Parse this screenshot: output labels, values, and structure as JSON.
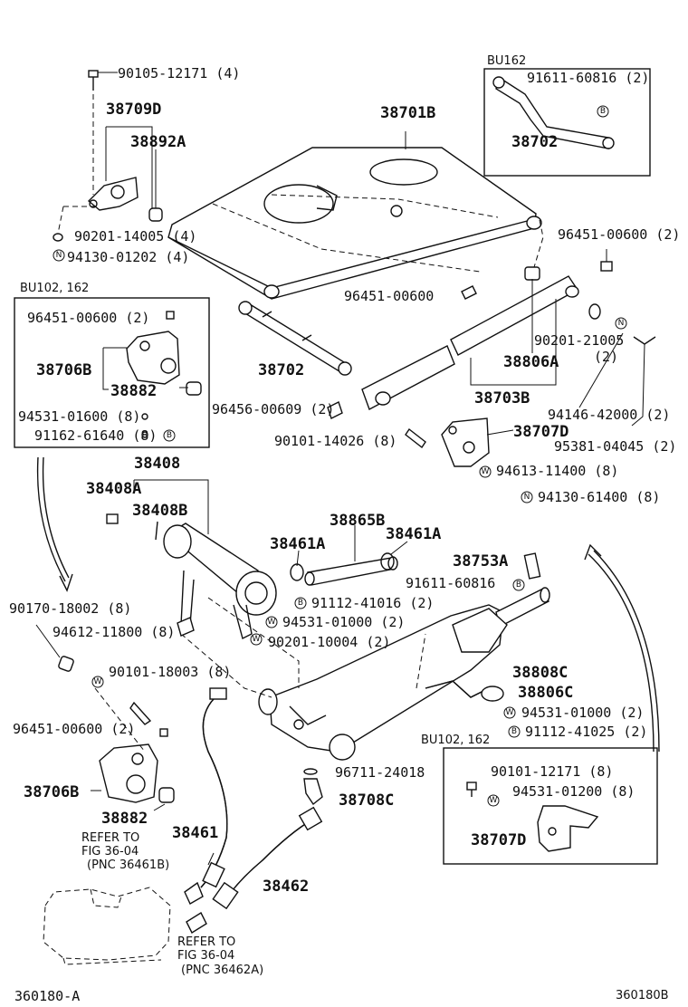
{
  "diagram": {
    "figure_code_left": "360180-A",
    "figure_code_right": "360180B"
  },
  "groups": {
    "bu162": "BU162",
    "bu102_162_left": "BU102, 162",
    "bu102_162_right": "BU102, 162"
  },
  "parts": {
    "p1": "90105-12171 (4)",
    "p2": "38709D",
    "p3": "38892A",
    "p4": "38701B",
    "p5": "90201-14005 (4)",
    "p6": "94130-01202 (4)",
    "p7": "91611-60816 (2)",
    "p8": "38702",
    "p9": "96451-00600 (2)",
    "p10": "96451-00600 (2)",
    "p11": "38706B",
    "p12": "38882",
    "p13": "94531-01600 (8)",
    "p14": "91162-61640 (8)",
    "p15": "96451-00600",
    "p16": "38702",
    "p17": "90201-21005",
    "p18": "(2)",
    "p19": "38806A",
    "p20": "38703B",
    "p21": "96456-00609 (2)",
    "p22": "94146-42000 (2)",
    "p23": "38707D",
    "p24": "95381-04045 (2)",
    "p25": "90101-14026 (8)",
    "p26": "94613-11400 (8)",
    "p27": "94130-61400 (8)",
    "p28": "38408",
    "p29": "38408A",
    "p30": "38408B",
    "p31": "38865B",
    "p32": "38461A",
    "p33": "38461A",
    "p34": "38753A",
    "p35": "91611-60816",
    "p36": "91112-41016 (2)",
    "p37": "90170-18002 (8)",
    "p38": "94612-11800 (8)",
    "p39": "94531-01000 (2)",
    "p40": "90201-10004 (2)",
    "p41": "90101-18003 (8)",
    "p42": "38808C",
    "p43": "38806C",
    "p44": "96451-00600 (2)",
    "p45": "94531-01000 (2)",
    "p46": "91112-41025 (2)",
    "p47": "38706B",
    "p48": "38882",
    "p49": "96711-24018",
    "p50": "38708C",
    "p51": "90101-12171 (8)",
    "p52": "94531-01200 (8)",
    "p53": "38461",
    "p54": "38707D",
    "p55": "38462"
  },
  "refers": {
    "r1_line1": "REFER TO",
    "r1_line2": "FIG 36-04",
    "r1_line3": "(PNC 36461B)",
    "r2_line1": "REFER TO",
    "r2_line2": "FIG 36-04",
    "r2_line3": "(PNC 36462A)"
  },
  "badges": {
    "n": "N",
    "b": "B",
    "w": "W"
  }
}
